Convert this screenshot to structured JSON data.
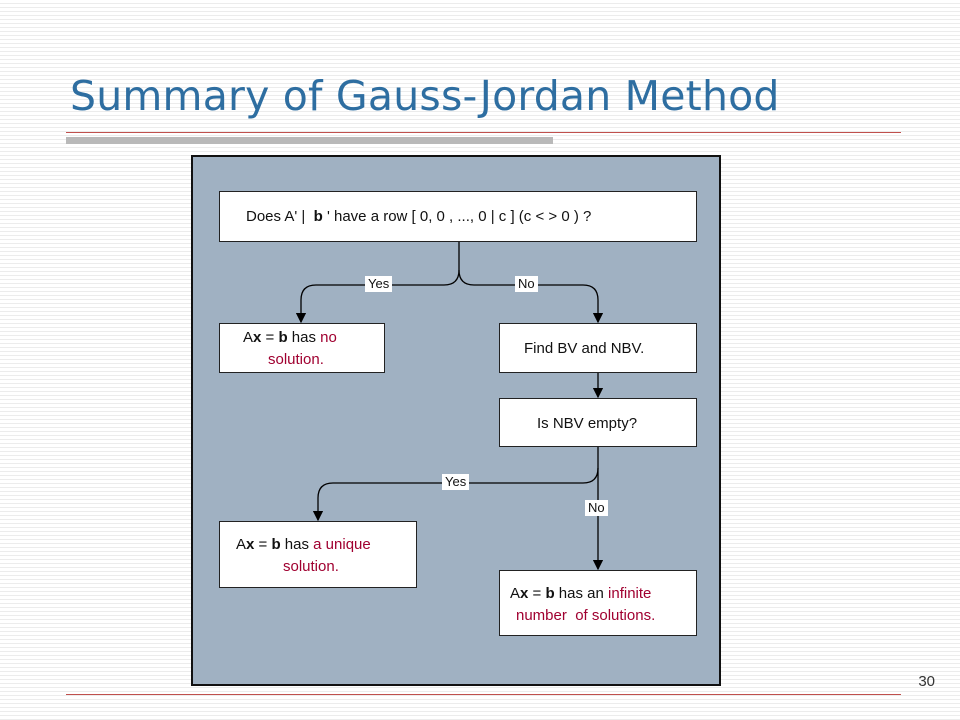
{
  "slide": {
    "title": "Summary of Gauss-Jordan Method",
    "page_number": "30"
  },
  "flow": {
    "question": {
      "p1": "Does A' |  ",
      "p2": "b",
      "p3": " ' have a row [ 0, 0 , ..., 0 | c ] (c < > 0 ) ?"
    },
    "no_solution": {
      "a": "A",
      "x": "x",
      "eq": " = ",
      "bb": "b",
      "has": " has ",
      "red": "no",
      "line2": "solution."
    },
    "find": "Find BV and NBV.",
    "is_empty": "Is NBV empty?",
    "unique": {
      "a": "A",
      "x": "x",
      "eq": " = ",
      "bb": "b",
      "has": " has ",
      "red": "a unique",
      "line2": "solution."
    },
    "infinite": {
      "a": "A",
      "x": "x",
      "eq": " = ",
      "bb": "b",
      "has": " has an ",
      "red": "infinite",
      "line2": "number  of solutions."
    },
    "labels": {
      "yes1": "Yes",
      "no1": "No",
      "yes2": "Yes",
      "no2": "No"
    }
  }
}
